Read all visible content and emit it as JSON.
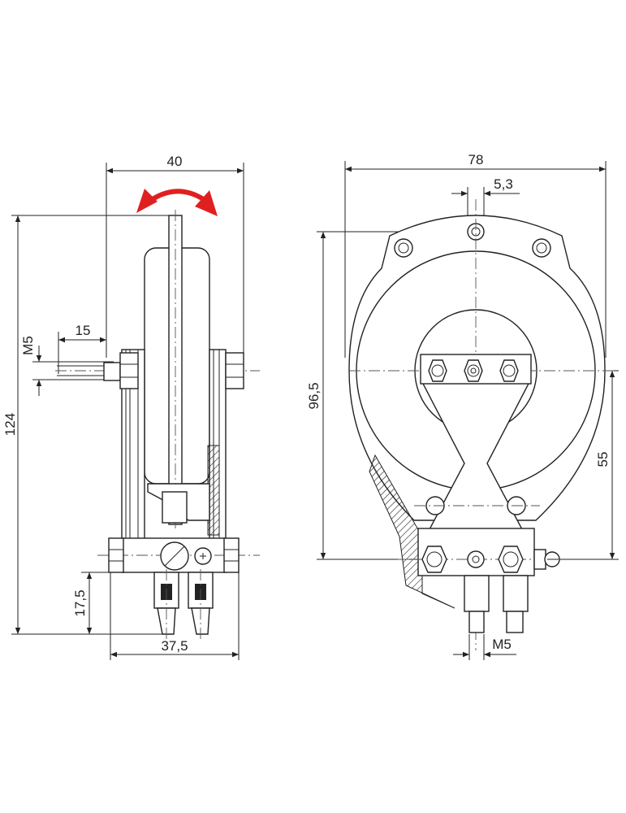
{
  "colors": {
    "line": "#222222",
    "arrow": "#e02020",
    "background": "#ffffff"
  },
  "left_view": {
    "width_label": "40",
    "height_label": "124",
    "shaft_offset_label": "15",
    "thread_label": "M5",
    "base_height_label": "17,5",
    "base_width_label": "37,5"
  },
  "right_view": {
    "width_label": "78",
    "hole_label": "5,3",
    "height_label": "96,5",
    "center_height_label": "55",
    "thread_label": "M5"
  }
}
